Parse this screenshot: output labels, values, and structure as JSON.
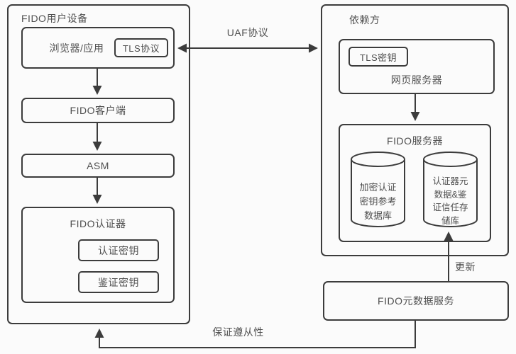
{
  "theme": {
    "bg": "#fbfbfb",
    "line": "#3c3c3c",
    "text": "#4f4f4f"
  },
  "user_device": {
    "title": "FIDO用户设备",
    "browser_app_label": "浏览器/应用",
    "tls_protocol_label": "TLS协议",
    "fido_client_label": "FIDO客户端",
    "asm_label": "ASM",
    "authenticator_title": "FIDO认证器",
    "auth_key_label": "认证密钥",
    "attestation_key_label": "鉴证密钥"
  },
  "relying_party": {
    "title": "依赖方",
    "tls_key_label": "TLS密钥",
    "web_server_label": "网页服务器",
    "fido_server_title": "FIDO服务器",
    "crypto_key_db_lines": [
      "加密认证",
      "密钥参考",
      "数据库"
    ],
    "metadata_store_lines": [
      "认证器元",
      "数据&鉴",
      "证信任存",
      "储库"
    ]
  },
  "metadata_service": {
    "label": "FIDO元数据服务"
  },
  "edge_labels": {
    "uaf_protocol": "UAF协议",
    "update": "更新",
    "compliance": "保证遵从性"
  }
}
